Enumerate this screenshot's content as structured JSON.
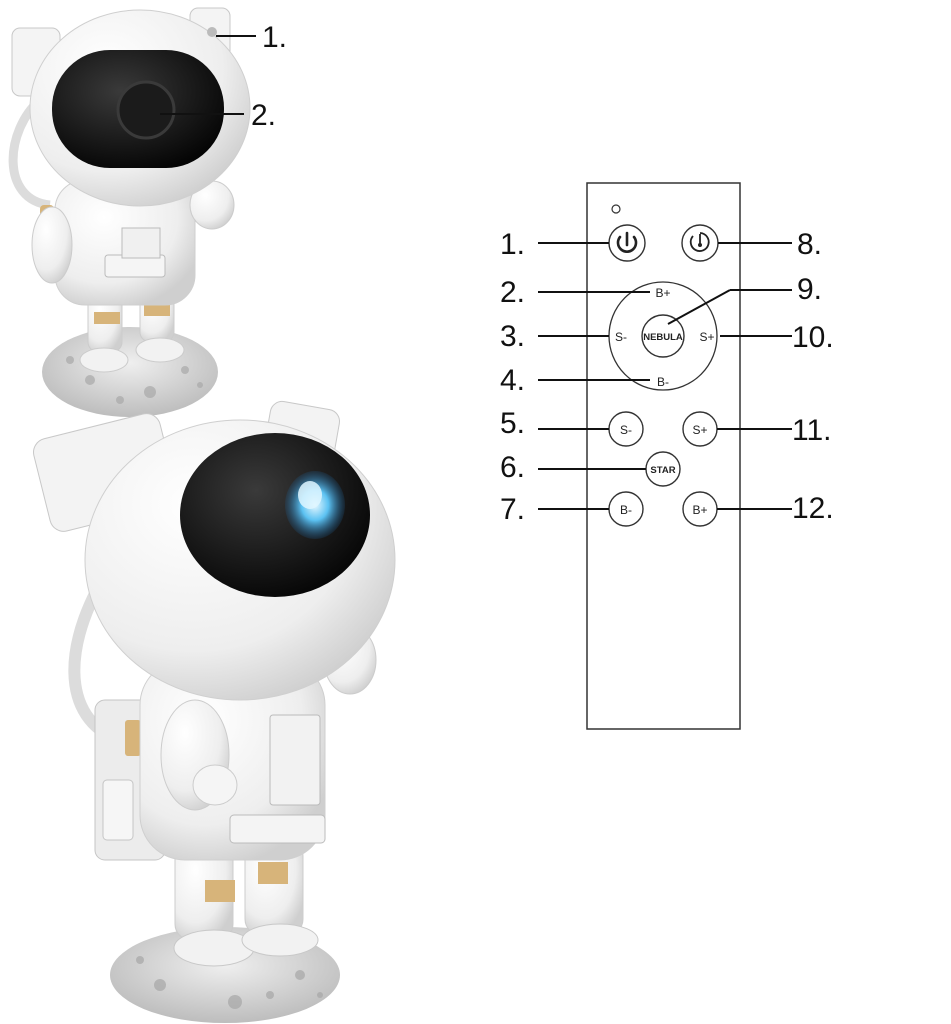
{
  "astronaut_callouts": [
    {
      "num": "1."
    },
    {
      "num": "2."
    }
  ],
  "remote_callouts": {
    "left": [
      "1.",
      "2.",
      "3.",
      "4.",
      "5.",
      "6.",
      "7."
    ],
    "right": [
      "8.",
      "9.",
      "10.",
      "11.",
      "12."
    ]
  },
  "remote_buttons": {
    "b_plus_ring": "B+",
    "s_minus_ring": "S-",
    "nebula": "NEBULA",
    "s_plus_ring": "S+",
    "b_minus_ring": "B-",
    "s_minus": "S-",
    "s_plus": "S+",
    "star": "STAR",
    "b_minus": "B-",
    "b_plus": "B+"
  },
  "icons": {
    "power": "power-icon",
    "timer": "timer-icon",
    "led": "indicator-led-icon"
  },
  "colors": {
    "line": "#111111",
    "projector_glow": "#3ea6e6",
    "gold_trim": "#d7b47a"
  }
}
